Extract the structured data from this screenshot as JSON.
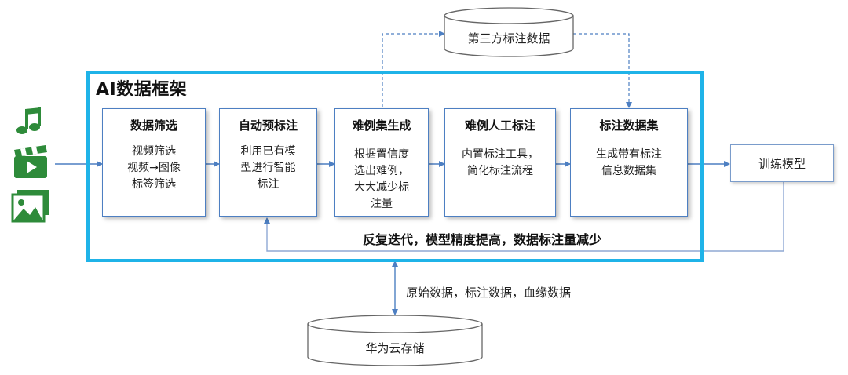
{
  "framework": {
    "title": "AI数据框架",
    "stages": [
      {
        "title": "数据筛选",
        "body": "视频筛选\n视频→图像\n标签筛选"
      },
      {
        "title": "自动预标注",
        "body": "利用已有模\n型进行智能\n标注"
      },
      {
        "title": "难例集生成",
        "body": "根据置信度\n选出难例，\n大大减少标\n注量"
      },
      {
        "title": "难例人工标注",
        "body": "内置标注工具，\n简化标注流程"
      },
      {
        "title": "标注数据集",
        "body": "生成带有标注\n信息数据集"
      }
    ],
    "feedback_loop": "反复迭代，模型精度提高，数据标注量减少"
  },
  "external": {
    "third_party": "第三方标注数据",
    "train_model": "训练模型",
    "storage": "华为云存储",
    "storage_flow": "原始数据，标注数据，血缘数据"
  },
  "input_icons": [
    "music-icon",
    "video-icon",
    "image-icon"
  ],
  "colors": {
    "frame_border": "#1fb3e8",
    "stage_border": "#4d7fc2",
    "arrow": "#4d7fc2",
    "icon_green": "#2e8b3a"
  }
}
